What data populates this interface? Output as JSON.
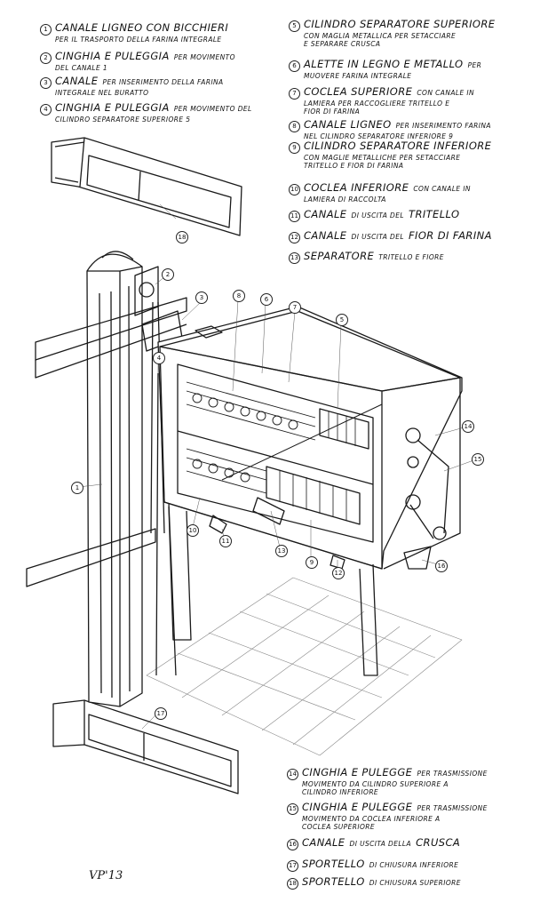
{
  "legend_top_left": [
    {
      "num": "1",
      "title": "CANALE LIGNEO CON BICCHIERI",
      "desc": "",
      "sub": [
        "PER IL TRASPORTO DELLA FARINA INTEGRALE"
      ]
    },
    {
      "num": "2",
      "title": "CINGHIA E PULEGGIA",
      "desc": "PER MOVIMENTO",
      "sub": [
        "DEL CANALE 1"
      ]
    },
    {
      "num": "3",
      "title": "CANALE",
      "desc": "PER INSERIMENTO DELLA FARINA",
      "sub": [
        "INTEGRALE NEL BURATTO"
      ]
    },
    {
      "num": "4",
      "title": "CINGHIA E PULEGGIA",
      "desc": "PER MOVIMENTO DEL",
      "sub": [
        "CILINDRO SEPARATORE SUPERIORE 5"
      ]
    }
  ],
  "legend_top_right": [
    {
      "num": "5",
      "title": "CILINDRO SEPARATORE SUPERIORE",
      "desc": "",
      "sub": [
        "CON MAGLIA METALLICA PER SETACCIARE",
        "E SEPARARE CRUSCA"
      ]
    },
    {
      "num": "6",
      "title": "ALETTE IN LEGNO E METALLO",
      "desc": "PER",
      "sub": [
        "MUOVERE FARINA INTEGRALE"
      ]
    },
    {
      "num": "7",
      "title": "COCLEA SUPERIORE",
      "desc": "CON CANALE IN",
      "sub": [
        "LAMIERA PER RACCOGLIERE TRITELLO E",
        "FIOR DI FARINA"
      ]
    },
    {
      "num": "8",
      "title": "CANALE LIGNEO",
      "desc": "PER INSERIMENTO FARINA",
      "sub": [
        "NEL CILINDRO SEPARATORE INFERIORE 9"
      ]
    },
    {
      "num": "9",
      "title": "CILINDRO SEPARATORE INFERIORE",
      "desc": "",
      "sub": [
        "CON MAGLIE METALLICHE PER SETACCIARE",
        "TRITELLO E FIOR DI FARINA"
      ]
    },
    {
      "num": "10",
      "title": "COCLEA INFERIORE",
      "desc": "CON CANALE IN",
      "sub": [
        "LAMIERA DI RACCOLTA"
      ]
    },
    {
      "num": "11",
      "title": "CANALE",
      "desc": "DI USCITA DEL",
      "title2": "TRITELLO",
      "sub": []
    },
    {
      "num": "12",
      "title": "CANALE",
      "desc": "DI USCITA DEL",
      "title2": "FIOR DI FARINA",
      "sub": []
    },
    {
      "num": "13",
      "title": "SEPARATORE",
      "desc": "TRITELLO E FIORE",
      "sub": []
    }
  ],
  "legend_bottom_right": [
    {
      "num": "14",
      "title": "CINGHIA E PULEGGE",
      "desc": "PER TRASMISSIONE",
      "sub": [
        "MOVIMENTO DA CILINDRO SUPERIORE A",
        "CILINDRO INFERIORE"
      ]
    },
    {
      "num": "15",
      "title": "CINGHIA E PULEGGE",
      "desc": "PER TRASMISSIONE",
      "sub": [
        "MOVIMENTO DA COCLEA INFERIORE A",
        "COCLEA SUPERIORE"
      ]
    },
    {
      "num": "16",
      "title": "CANALE",
      "desc": "DI USCITA DELLA",
      "title2": "CRUSCA",
      "sub": []
    },
    {
      "num": "17",
      "title": "SPORTELLO",
      "desc": "DI CHIUSURA INFERIORE",
      "sub": []
    },
    {
      "num": "18",
      "title": "SPORTELLO",
      "desc": "DI CHIUSURA SUPERIORE",
      "sub": []
    }
  ],
  "callouts": [
    "1",
    "2",
    "3",
    "4",
    "5",
    "6",
    "7",
    "8",
    "9",
    "10",
    "11",
    "12",
    "13",
    "14",
    "15",
    "16",
    "17",
    "18"
  ],
  "signature": "VP'13"
}
